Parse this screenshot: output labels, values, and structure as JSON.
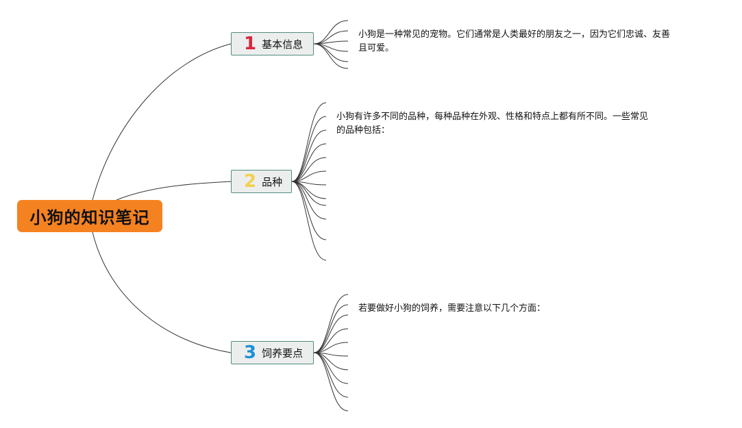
{
  "root": {
    "label": "小狗的知识笔记",
    "color": "#f58220"
  },
  "branches": [
    {
      "number": "1",
      "number_color": "#d9273e",
      "label": "基本信息",
      "text": "小狗是一种常见的宠物。它们通常是人类最好的朋友之一，因为它们忠诚、友善且可爱。",
      "line1": "小狗是一种常见的宠物。它们通常是人类最好的朋友之一，因为它们忠诚、友善",
      "line2": "且可爱。"
    },
    {
      "number": "2",
      "number_color": "#f3d04e",
      "label": "品种",
      "text": "小狗有许多不同的品种，每种品种在外观、性格和特点上都有所不同。一些常见的品种包括：",
      "line1": "小狗有许多不同的品种，每种品种在外观、性格和特点上都有所不同。一些常见",
      "line2": "的品种包括："
    },
    {
      "number": "3",
      "number_color": "#1e90d8",
      "label": "饲养要点",
      "text": "若要做好小狗的饲养，需要注意以下几个方面：",
      "line1": "若要做好小狗的饲养，需要注意以下几个方面：",
      "line2": ""
    }
  ],
  "colors": {
    "topic_bg": "#eceeee",
    "topic_border": "#4f8b7f",
    "connector": "#333333"
  }
}
